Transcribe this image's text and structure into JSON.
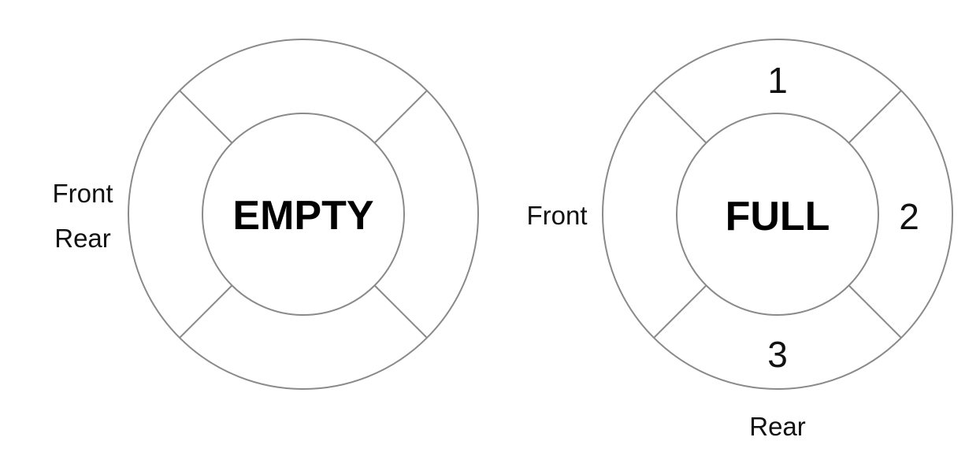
{
  "queues": [
    {
      "state": "EMPTY",
      "front_label": "Front",
      "rear_label": "Rear",
      "slots": [
        "",
        "",
        "",
        ""
      ]
    },
    {
      "state": "FULL",
      "front_label": "Front",
      "rear_label": "Rear",
      "slots": [
        "1",
        "2",
        "3",
        ""
      ]
    }
  ]
}
